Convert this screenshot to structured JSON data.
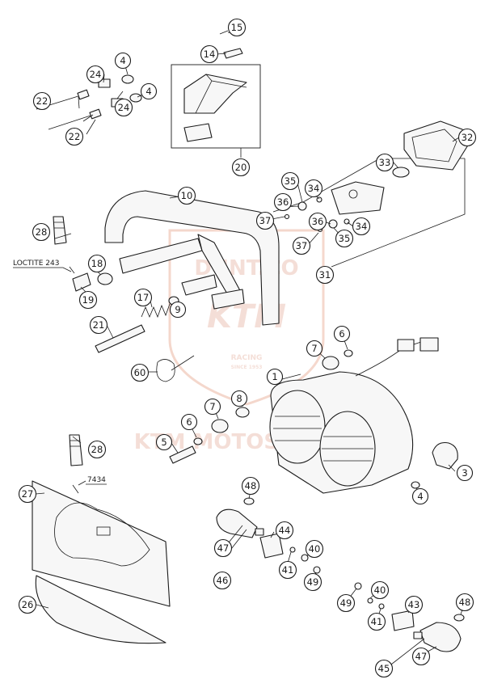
{
  "watermark": {
    "top": "DUNT.CO",
    "logo": "KTM",
    "racing": "RACING",
    "since": "SINCE 1953",
    "bottom": "KTM MOTOSHOP.RU",
    "color": "#d9542e"
  },
  "notes": {
    "loctite": "LOCTITE 243",
    "code_7434": "7434"
  },
  "callouts": {
    "c1": "1",
    "c3": "3",
    "c4a": "4",
    "c4b": "4",
    "c4c": "4",
    "c5": "5",
    "c6a": "6",
    "c6b": "6",
    "c7a": "7",
    "c7b": "7",
    "c8": "8",
    "c9": "9",
    "c10": "10",
    "c14": "14",
    "c15": "15",
    "c17": "17",
    "c18": "18",
    "c19": "19",
    "c20": "20",
    "c21": "21",
    "c22a": "22",
    "c22b": "22",
    "c24a": "24",
    "c24b": "24",
    "c26": "26",
    "c27": "27",
    "c28a": "28",
    "c28b": "28",
    "c31": "31",
    "c32": "32",
    "c33": "33",
    "c34a": "34",
    "c34b": "34",
    "c35a": "35",
    "c35b": "35",
    "c36a": "36",
    "c36b": "36",
    "c37a": "37",
    "c37b": "37",
    "c40a": "40",
    "c40b": "40",
    "c41a": "41",
    "c41b": "41",
    "c43": "43",
    "c44": "44",
    "c45": "45",
    "c46": "46",
    "c47a": "47",
    "c47b": "47",
    "c48a": "48",
    "c48b": "48",
    "c49a": "49",
    "c49b": "49",
    "c60": "60"
  }
}
